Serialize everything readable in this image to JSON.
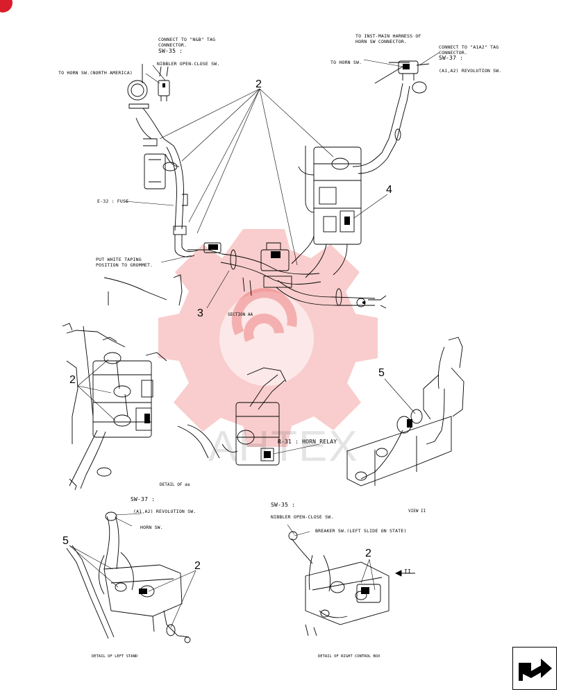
{
  "colors": {
    "accent": "#d81e2a",
    "line": "#000000",
    "watermark": "#e84a4a"
  },
  "watermark": {
    "text": "AHTEX"
  },
  "labels": {
    "nb_connect": "CONNECT TO \"N&B\" TAG\nCONNECTOR.",
    "sw35_top": "SW-35 :",
    "nibbler_top": "NIBBLER OPEN-CLOSE SW.",
    "horn_na": "TO HORN SW.(NORTH AMERICA)",
    "fuse": "E-32 : FUSE",
    "taping": "PUT WHITE TAPING\nPOSITION TO GROMMET.",
    "section_aa": "SECTION AA",
    "inst_main": "TO INST-MAIN HARNESS OF\nHORN SW CONNECTOR.",
    "a1a2_connect": "CONNECT TO \"A1A2\" TAG\nCONNECTOR.",
    "sw37_top": "SW-37 :",
    "a1a2_rev_top": "(A1,A2) REVOLUTION SW.",
    "to_horn": "TO HORN SW.",
    "horn_relay": "R-31 : HORN RELAY",
    "detail_aa": "DETAIL OF aa",
    "view_ii": "VIEW II",
    "sw37_bl": "SW-37 :",
    "a1a2_rev_bl": "(A1,A2) REVOLUTION SW.",
    "horn_sw_bl": "HORN SW.",
    "detail_left": "DETAIL OF LEFT STAND",
    "sw35_br": "SW-35 :",
    "nibbler_br": "NIBBLER OPEN-CLOSE SW.",
    "breaker": "BREAKER SW.(LEFT SLIDE ON STATE)",
    "arrow_ii": "II",
    "detail_right": "DETAIL OF RIGHT CONTROL BOX"
  },
  "callouts": {
    "n2_top": "2",
    "n4": "4",
    "n3": "3",
    "n2_mid": "2",
    "n5_mid": "5",
    "n5_bl": "5",
    "n2_bl": "2",
    "n2_br": "2"
  },
  "icons": {
    "nav": "next-page-arrow-icon"
  }
}
